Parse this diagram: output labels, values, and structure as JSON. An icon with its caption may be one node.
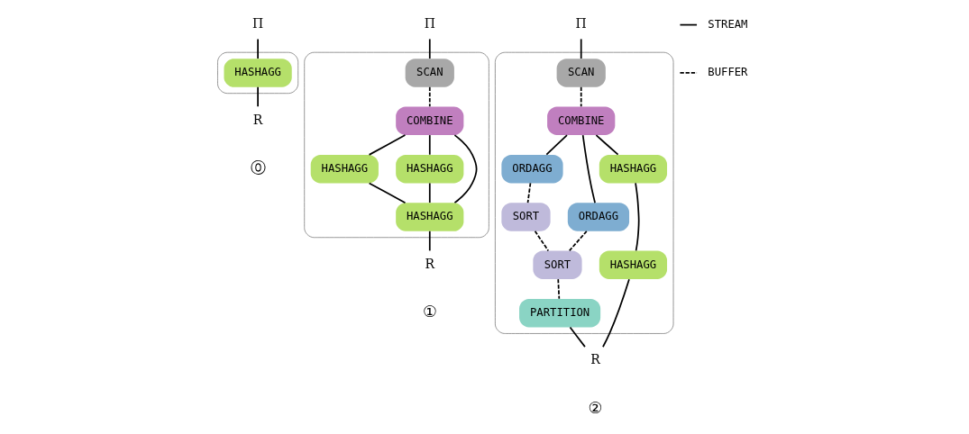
{
  "diagram": {
    "nodes": [
      {
        "text": [
          "Π"
        ]
      },
      {
        "text": [],
        "shape": "box"
      },
      {
        "text": [
          "HASHAGG"
        ],
        "in": 1
      },
      {
        "text": [
          "R"
        ]
      },
      {
        "text": [
          "Π"
        ]
      },
      {
        "text": [],
        "shape": "box"
      },
      {
        "text": [
          "SCAN"
        ],
        "in": 5
      },
      {
        "text": [
          "COMBINE"
        ],
        "in": 5
      },
      {
        "text": [
          "HASHAGG"
        ],
        "in": 5
      },
      {
        "text": [
          "HASHAGG"
        ],
        "in": 5
      },
      {
        "text": [
          "HASHAGG"
        ],
        "in": 5
      },
      {
        "text": [
          "R"
        ]
      },
      {
        "text": [
          "Π"
        ]
      },
      {
        "text": [],
        "shape": "box"
      },
      {
        "text": [
          "SCAN"
        ],
        "in": 13
      },
      {
        "text": [
          "COMBINE"
        ],
        "in": 13
      },
      {
        "text": [
          "ORDAGG"
        ],
        "in": 13
      },
      {
        "text": [
          "SORT"
        ],
        "in": 13
      },
      {
        "text": [
          "ORDAGG"
        ],
        "in": 13
      },
      {
        "text": [
          "HASHAGG"
        ],
        "in": 13
      },
      {
        "text": [
          "SORT"
        ],
        "in": 13
      },
      {
        "text": [
          "HASHAGG"
        ],
        "in": 13
      },
      {
        "text": [
          "PARTITION"
        ],
        "in": 13
      },
      {
        "text": [
          "R"
        ]
      }
    ],
    "edges": [
      {
        "from": 0,
        "to": 2,
        "arrow": "none"
      },
      {
        "from": 2,
        "to": 3,
        "arrow": "none"
      },
      {
        "from": 4,
        "to": 6,
        "arrow": "none"
      },
      {
        "from": 6,
        "to": 7,
        "arrow": "none",
        "style": "dashed"
      },
      {
        "from": 7,
        "to": 8,
        "arrow": "none"
      },
      {
        "from": 7,
        "to": 9,
        "arrow": "none"
      },
      {
        "from": 7,
        "to": 10,
        "arrow": "none"
      },
      {
        "from": 8,
        "to": 10,
        "arrow": "none"
      },
      {
        "from": 9,
        "to": 10,
        "arrow": "none"
      },
      {
        "from": 10,
        "to": 11,
        "arrow": "none"
      },
      {
        "from": 12,
        "to": 14,
        "arrow": "none"
      },
      {
        "from": 14,
        "to": 15,
        "arrow": "none",
        "style": "dashed"
      },
      {
        "from": 15,
        "to": 16,
        "arrow": "none"
      },
      {
        "from": 15,
        "to": 18,
        "arrow": "none"
      },
      {
        "from": 15,
        "to": 19,
        "arrow": "none"
      },
      {
        "from": 16,
        "to": 17,
        "arrow": "none",
        "style": "dashed"
      },
      {
        "from": 17,
        "to": 20,
        "arrow": "none",
        "style": "dashed"
      },
      {
        "from": 18,
        "to": 20,
        "arrow": "none",
        "style": "dashed"
      },
      {
        "from": 19,
        "to": 21,
        "arrow": "none"
      },
      {
        "from": 20,
        "to": 22,
        "arrow": "none",
        "style": "dashed"
      },
      {
        "from": 22,
        "to": 23,
        "arrow": "none"
      },
      {
        "from": 21,
        "to": 23,
        "arrow": "none"
      }
    ],
    "labels": [
      "⓪",
      "①",
      "②"
    ],
    "legend": [
      {
        "text": "STREAM"
      },
      {
        "text": "BUFFER"
      }
    ]
  }
}
